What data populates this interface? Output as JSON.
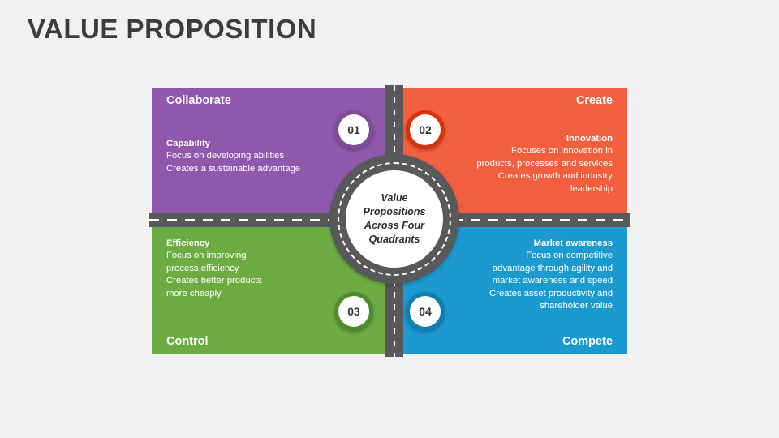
{
  "slide": {
    "title": "VALUE PROPOSITION",
    "background_color": "#f1f1f1",
    "title_color": "#3c3c3c"
  },
  "center": {
    "lines": [
      "Value",
      "Propositions",
      "Across Four",
      "Quadrants"
    ],
    "road_color": "#58595b",
    "disc_color": "#ffffff"
  },
  "quadrants": [
    {
      "id": "collaborate",
      "heading": "Collaborate",
      "subtitle": "Capability",
      "lines": [
        "Focus on developing abilities",
        "Creates a sustainable advantage"
      ],
      "badge": "01",
      "color": "#9058ac",
      "badge_ring_color": "#7d4d96"
    },
    {
      "id": "create",
      "heading": "Create",
      "subtitle": "Innovation",
      "lines": [
        "Focuses on innovation in",
        "products, processes and services",
        "Creates growth and industry",
        "leadership"
      ],
      "badge": "02",
      "color": "#f15f3e",
      "badge_ring_color": "#d6330b"
    },
    {
      "id": "control",
      "heading": "Control",
      "subtitle": "Efficiency",
      "lines": [
        "Focus on improving",
        "process efficiency",
        "Creates better products",
        "more cheaply"
      ],
      "badge": "03",
      "color": "#6cac43",
      "badge_ring_color": "#4f8a2c"
    },
    {
      "id": "compete",
      "heading": "Compete",
      "subtitle": "Market awareness",
      "lines": [
        "Focus on competitive",
        "advantage through agility and",
        "market awareness and speed",
        "Creates asset productivity and",
        "shareholder value"
      ],
      "badge": "04",
      "color": "#1b9ad0",
      "badge_ring_color": "#0f7eae"
    }
  ]
}
